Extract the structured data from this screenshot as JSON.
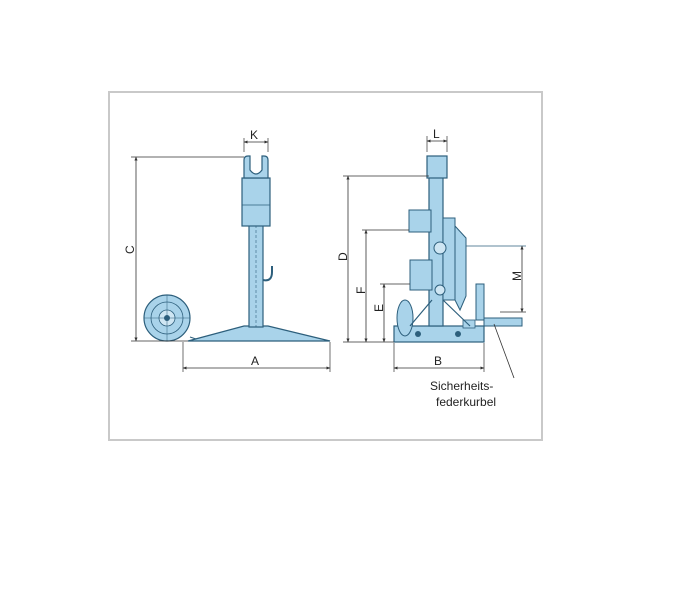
{
  "dimensions": {
    "A": "A",
    "B": "B",
    "C": "C",
    "D": "D",
    "E": "E",
    "F": "F",
    "K": "K",
    "L": "L",
    "M": "M"
  },
  "callout": {
    "line1": "Sicherheits-",
    "line2": "federkurbel"
  },
  "colors": {
    "part_fill": "#a9d3ea",
    "part_stroke": "#2d5f7c",
    "dim_line": "#333333",
    "frame": "#c9c9c9"
  }
}
